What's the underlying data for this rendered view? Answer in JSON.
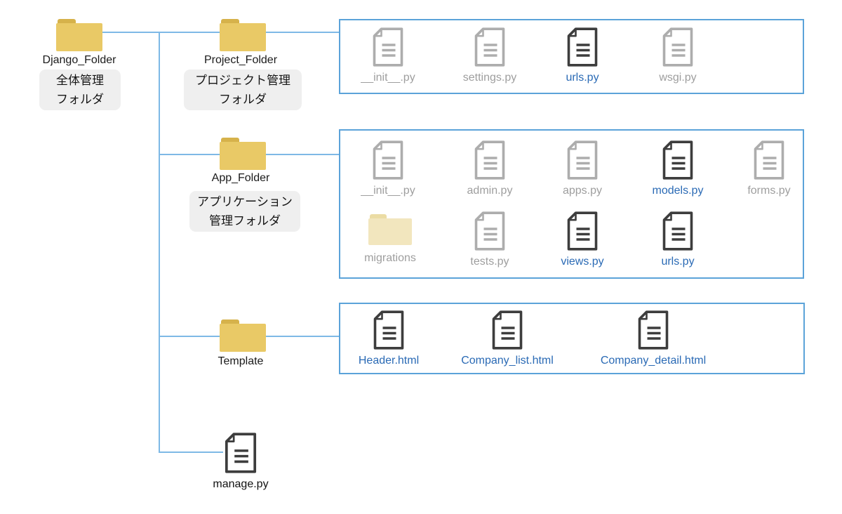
{
  "colors": {
    "connector_line": "#7EB9E6",
    "box_border": "#5BA3D9",
    "folder_body": "#E9C966",
    "folder_tab": "#D6B24B",
    "pale_folder_body": "#F2E6BE",
    "pale_folder_tab": "#EBDCA4",
    "inactive_icon": "#ADADAD",
    "inactive_text": "#9E9E9E",
    "active_icon": "#3D3D3D",
    "active_text": "#2A6AB5",
    "caption_bg": "#EFEFEF"
  },
  "nodes": {
    "django": {
      "label": "Django_Folder",
      "caption_lines": [
        "全体管理",
        "フォルダ"
      ]
    },
    "project": {
      "label": "Project_Folder",
      "caption_lines": [
        "プロジェクト管理",
        "フォルダ"
      ]
    },
    "app": {
      "label": "App_Folder",
      "caption_lines": [
        "アプリケーション",
        "管理フォルダ"
      ]
    },
    "template": {
      "label": "Template"
    },
    "manage": {
      "label": "manage.py"
    }
  },
  "project_files": [
    {
      "label": "__init__.py",
      "state": "inactive"
    },
    {
      "label": "settings.py",
      "state": "inactive"
    },
    {
      "label": "urls.py",
      "state": "highlighted"
    },
    {
      "label": "wsgi.py",
      "state": "inactive"
    }
  ],
  "app_files_row1": [
    {
      "label": "__init__.py",
      "state": "inactive"
    },
    {
      "label": "admin.py",
      "state": "inactive"
    },
    {
      "label": "apps.py",
      "state": "inactive"
    },
    {
      "label": "models.py",
      "state": "highlighted"
    },
    {
      "label": "forms.py",
      "state": "inactive"
    }
  ],
  "app_files_row2": [
    {
      "label": "migrations",
      "state": "inactive",
      "type": "folder"
    },
    {
      "label": "tests.py",
      "state": "inactive"
    },
    {
      "label": "views.py",
      "state": "highlighted"
    },
    {
      "label": "urls.py",
      "state": "highlighted"
    }
  ],
  "template_files": [
    {
      "label": "Header.html",
      "state": "highlighted"
    },
    {
      "label": "Company_list.html",
      "state": "highlighted"
    },
    {
      "label": "Company_detail.html",
      "state": "highlighted"
    }
  ]
}
